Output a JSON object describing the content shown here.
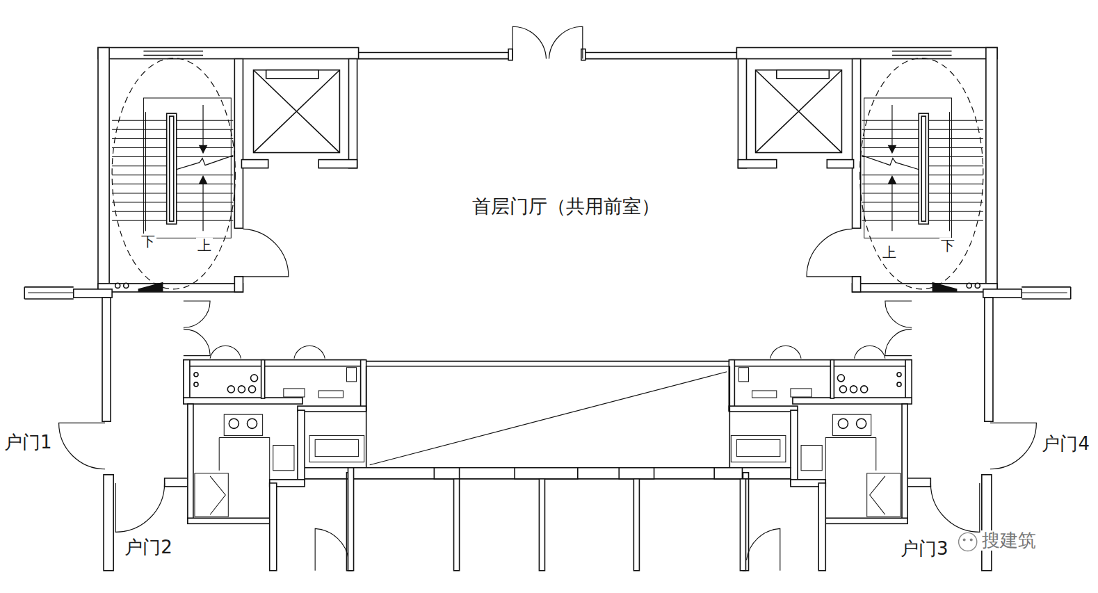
{
  "diagram": {
    "labels": [
      "首层门厅（共用前室）",
      "下",
      "上",
      "上",
      "下",
      "户门1",
      "户门2",
      "户门4",
      "户门3",
      "搜建筑"
    ]
  }
}
